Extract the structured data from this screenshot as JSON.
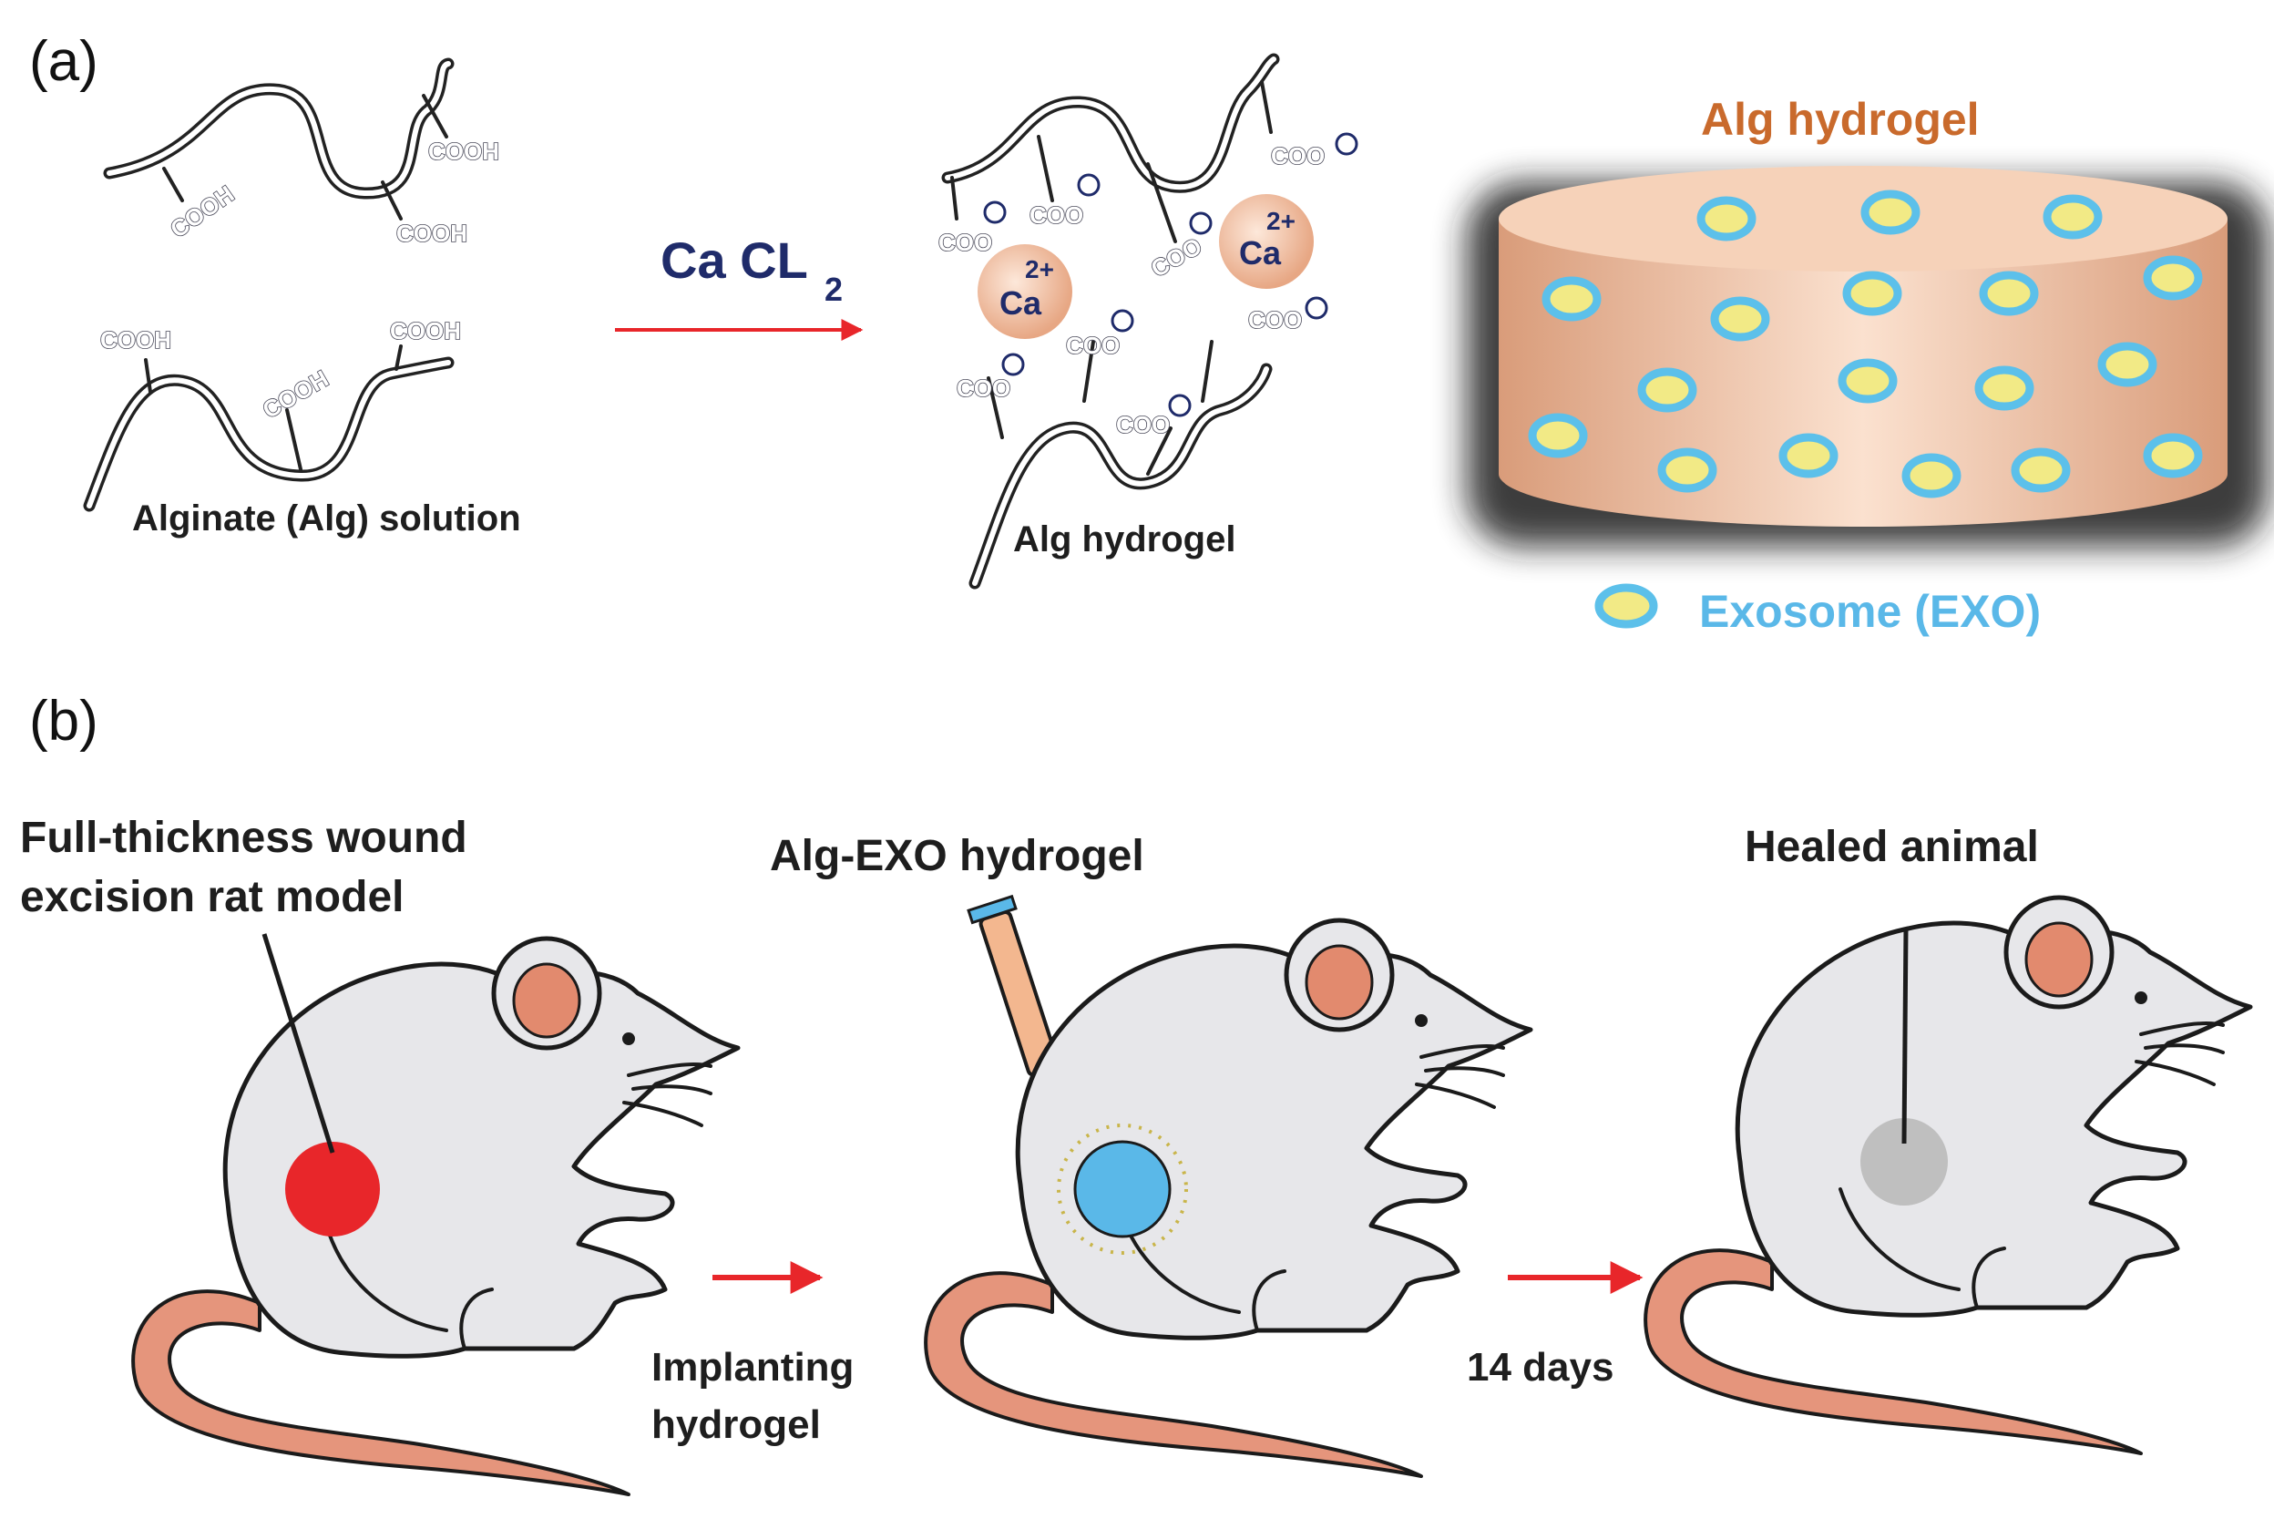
{
  "panel_a": {
    "label": "(a)",
    "solution_label": "Alginate (Alg) solution",
    "cooh_text": "COOH",
    "reagent": {
      "main": "Ca CL",
      "subscript": "2"
    },
    "hydrogel_label": "Alg hydrogel",
    "coo_text": "COO",
    "ion": {
      "symbol": "Ca",
      "charge": "2+"
    },
    "cylinder_title": "Alg hydrogel",
    "legend_label": "Exosome (EXO)"
  },
  "panel_b": {
    "label": "(b)",
    "wound_label_line1": "Full-thickness wound",
    "wound_label_line2": "excision rat model",
    "hydrogel_label": "Alg-EXO hydrogel",
    "healed_label": "Healed animal",
    "step1_line1": "Implanting",
    "step1_line2": "hydrogel",
    "step2_label": "14 days"
  },
  "colors": {
    "arrow": "#e8262a",
    "title_orange": "#c96a2c",
    "legend_blue": "#5ab8e8",
    "exosome_ring": "#5cc0ea",
    "exosome_core": "#f2ea86",
    "wound_red": "#e8262a",
    "hydrogel_blue": "#5ab8e8",
    "healed_gray": "#bfbfbf",
    "reagent_navy": "#1f2b6a"
  }
}
